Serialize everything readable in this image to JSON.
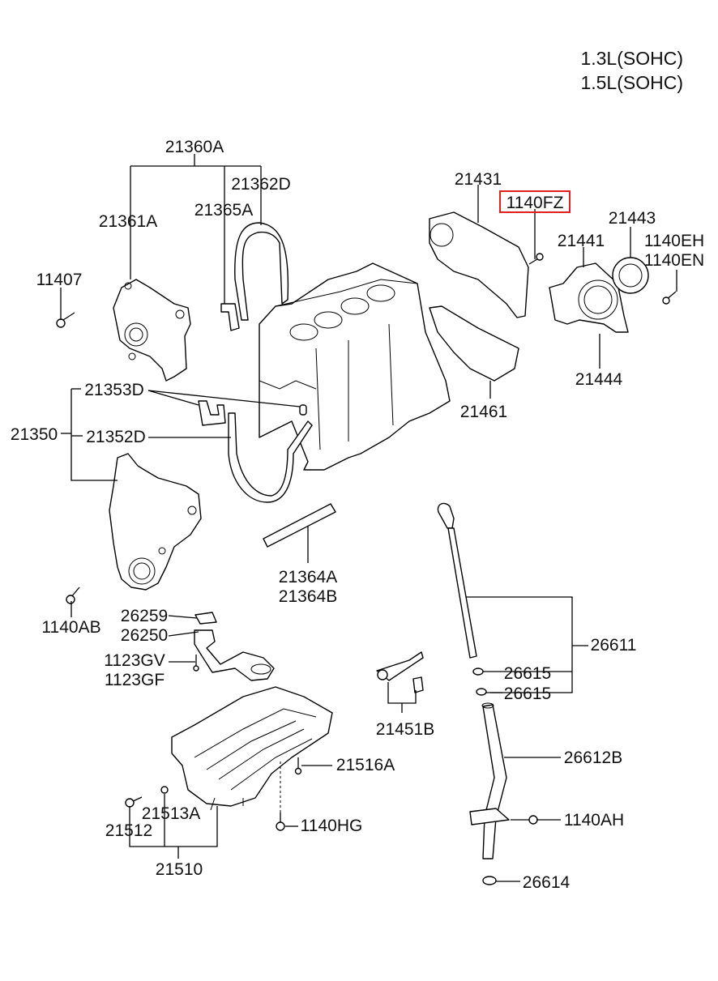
{
  "engine_variants": [
    "1.3L(SOHC)",
    "1.5L(SOHC)"
  ],
  "highlight_color": "#e02020",
  "highlighted_part": "1140FZ",
  "parts": {
    "p21360A": "21360A",
    "p21362D": "21362D",
    "p21361A": "21361A",
    "p21365A": "21365A",
    "p11407": "11407",
    "p21431": "21431",
    "p1140FZ": "1140FZ",
    "p21443": "21443",
    "p21441": "21441",
    "p1140EH": "1140EH",
    "p1140EN": "1140EN",
    "p21444": "21444",
    "p21461": "21461",
    "p21353D": "21353D",
    "p21350": "21350",
    "p21352D": "21352D",
    "p21364A": "21364A",
    "p21364B": "21364B",
    "p1140AB": "1140AB",
    "p26259": "26259",
    "p26250": "26250",
    "p1123GV": "1123GV",
    "p1123GF": "1123GF",
    "p26611": "26611",
    "p26615a": "26615",
    "p26615b": "26615",
    "p21451B": "21451B",
    "p21516A": "21516A",
    "p26612B": "26612B",
    "p21513A": "21513A",
    "p21512": "21512",
    "p1140HG": "1140HG",
    "p1140AH": "1140AH",
    "p21510": "21510",
    "p26614": "26614"
  }
}
